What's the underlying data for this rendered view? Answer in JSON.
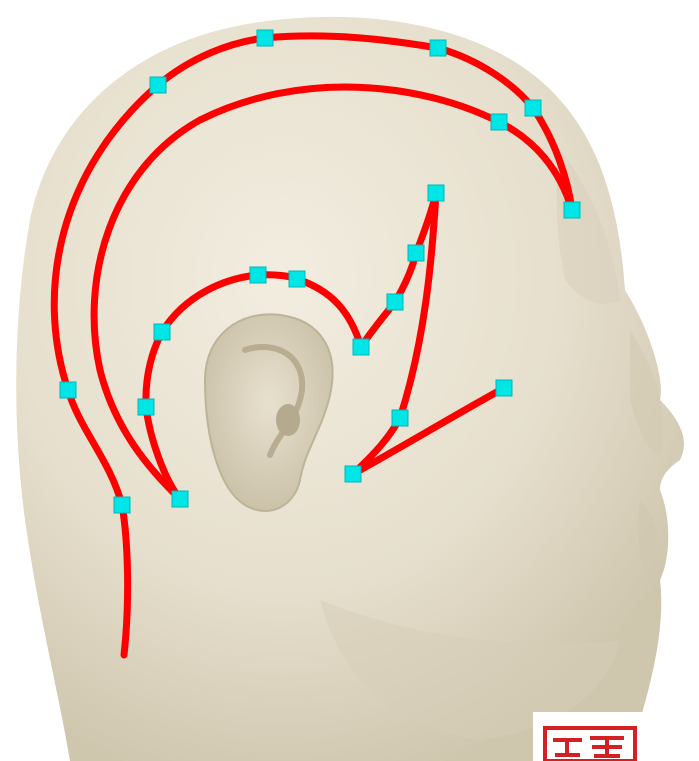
{
  "image": {
    "subject": "mannequin-head-side-profile",
    "background_color": "#ffffff",
    "head_color": "#e9e3d3",
    "head_shadow_color": "#cfc7b2",
    "line_color": "#ff0000",
    "marker_color": "#00e5e5",
    "logo_color": "#d42020"
  },
  "overlay": {
    "paths": [
      {
        "id": "outer-arc",
        "markers": 6
      },
      {
        "id": "middle-arc",
        "markers": 4
      },
      {
        "id": "ear-loop",
        "markers": 6
      },
      {
        "id": "cheek-line",
        "markers": 3
      }
    ]
  },
  "logo": {
    "description_icon": "stamp-logo-icon"
  }
}
